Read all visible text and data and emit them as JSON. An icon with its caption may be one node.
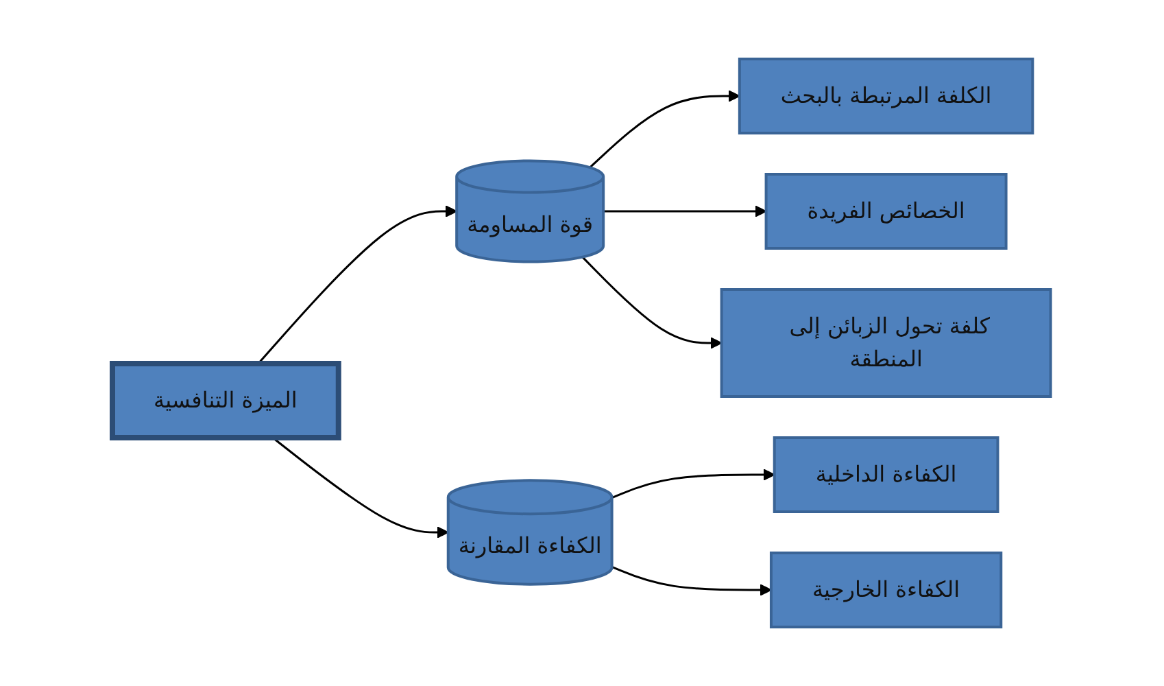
{
  "diagram": {
    "nodes": [
      {
        "text": [
          "الميزة التنافسية"
        ]
      },
      {
        "text": [
          "قوة المساومة"
        ]
      },
      {
        "text": [
          "الكفاءة المقارنة"
        ]
      },
      {
        "text": [
          "الكلفة المرتبطة بالبحث"
        ]
      },
      {
        "text": [
          "الخصائص الفريدة"
        ]
      },
      {
        "text": [
          "كلفة تحول الزبائن إلى المنطقة"
        ]
      },
      {
        "text": [
          "الكفاءة الداخلية"
        ]
      },
      {
        "text": [
          "الكفاءة الخارجية"
        ]
      }
    ],
    "edges": [
      {
        "from": 0,
        "to": 1,
        "arrow": "to"
      },
      {
        "from": 0,
        "to": 2,
        "arrow": "to"
      },
      {
        "from": 1,
        "to": 3,
        "arrow": "to"
      },
      {
        "from": 1,
        "to": 4,
        "arrow": "to"
      },
      {
        "from": 1,
        "to": 5,
        "arrow": "to"
      },
      {
        "from": 2,
        "to": 6,
        "arrow": "to"
      },
      {
        "from": 2,
        "to": 7,
        "arrow": "to"
      }
    ]
  }
}
